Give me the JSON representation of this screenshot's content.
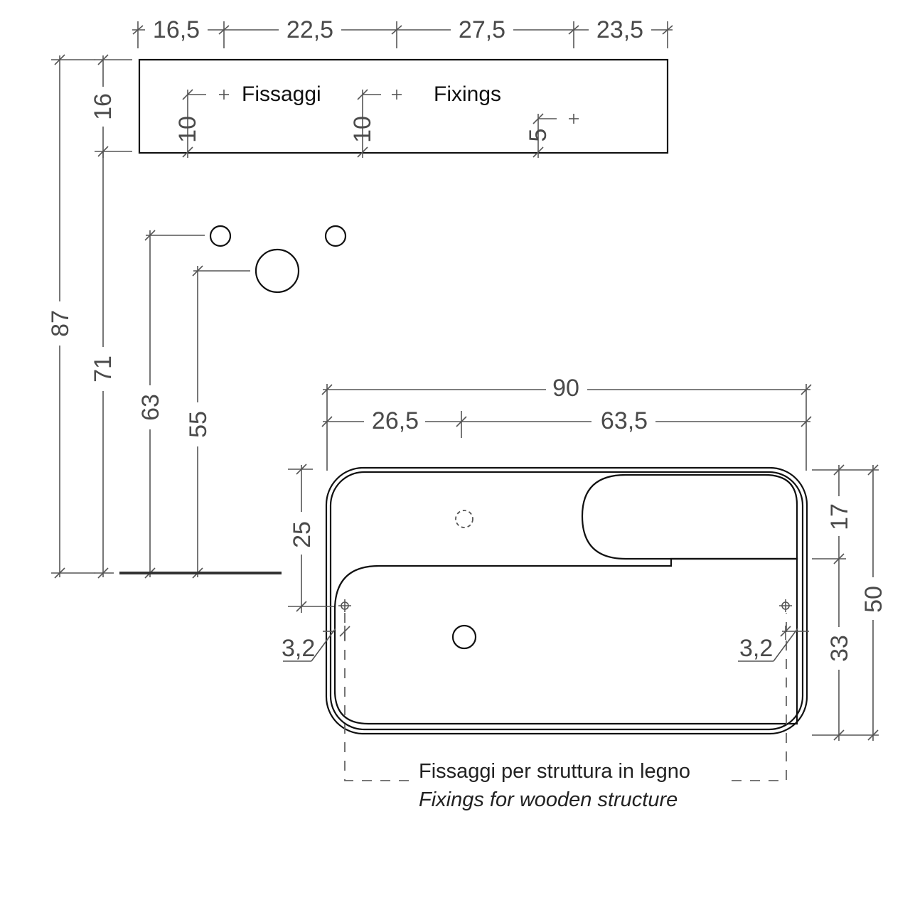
{
  "top_view": {
    "dim_1": "16,5",
    "dim_2": "22,5",
    "dim_3": "27,5",
    "dim_4": "23,5",
    "height": "16",
    "fix_left": "10",
    "fix_mid": "10",
    "fix_right": "5",
    "label_it": "Fissaggi",
    "label_en": "Fixings"
  },
  "elevation": {
    "total_height": "87",
    "height_71": "71",
    "height_63": "63",
    "height_55": "55"
  },
  "plan": {
    "width_total": "90",
    "width_left": "26,5",
    "width_right": "63,5",
    "depth_25": "25",
    "depth_17": "17",
    "depth_33": "33",
    "depth_50": "50",
    "fix_left": "3,2",
    "fix_right": "3,2",
    "note_it": "Fissaggi per struttura in legno",
    "note_en": "Fixings for wooden structure"
  }
}
